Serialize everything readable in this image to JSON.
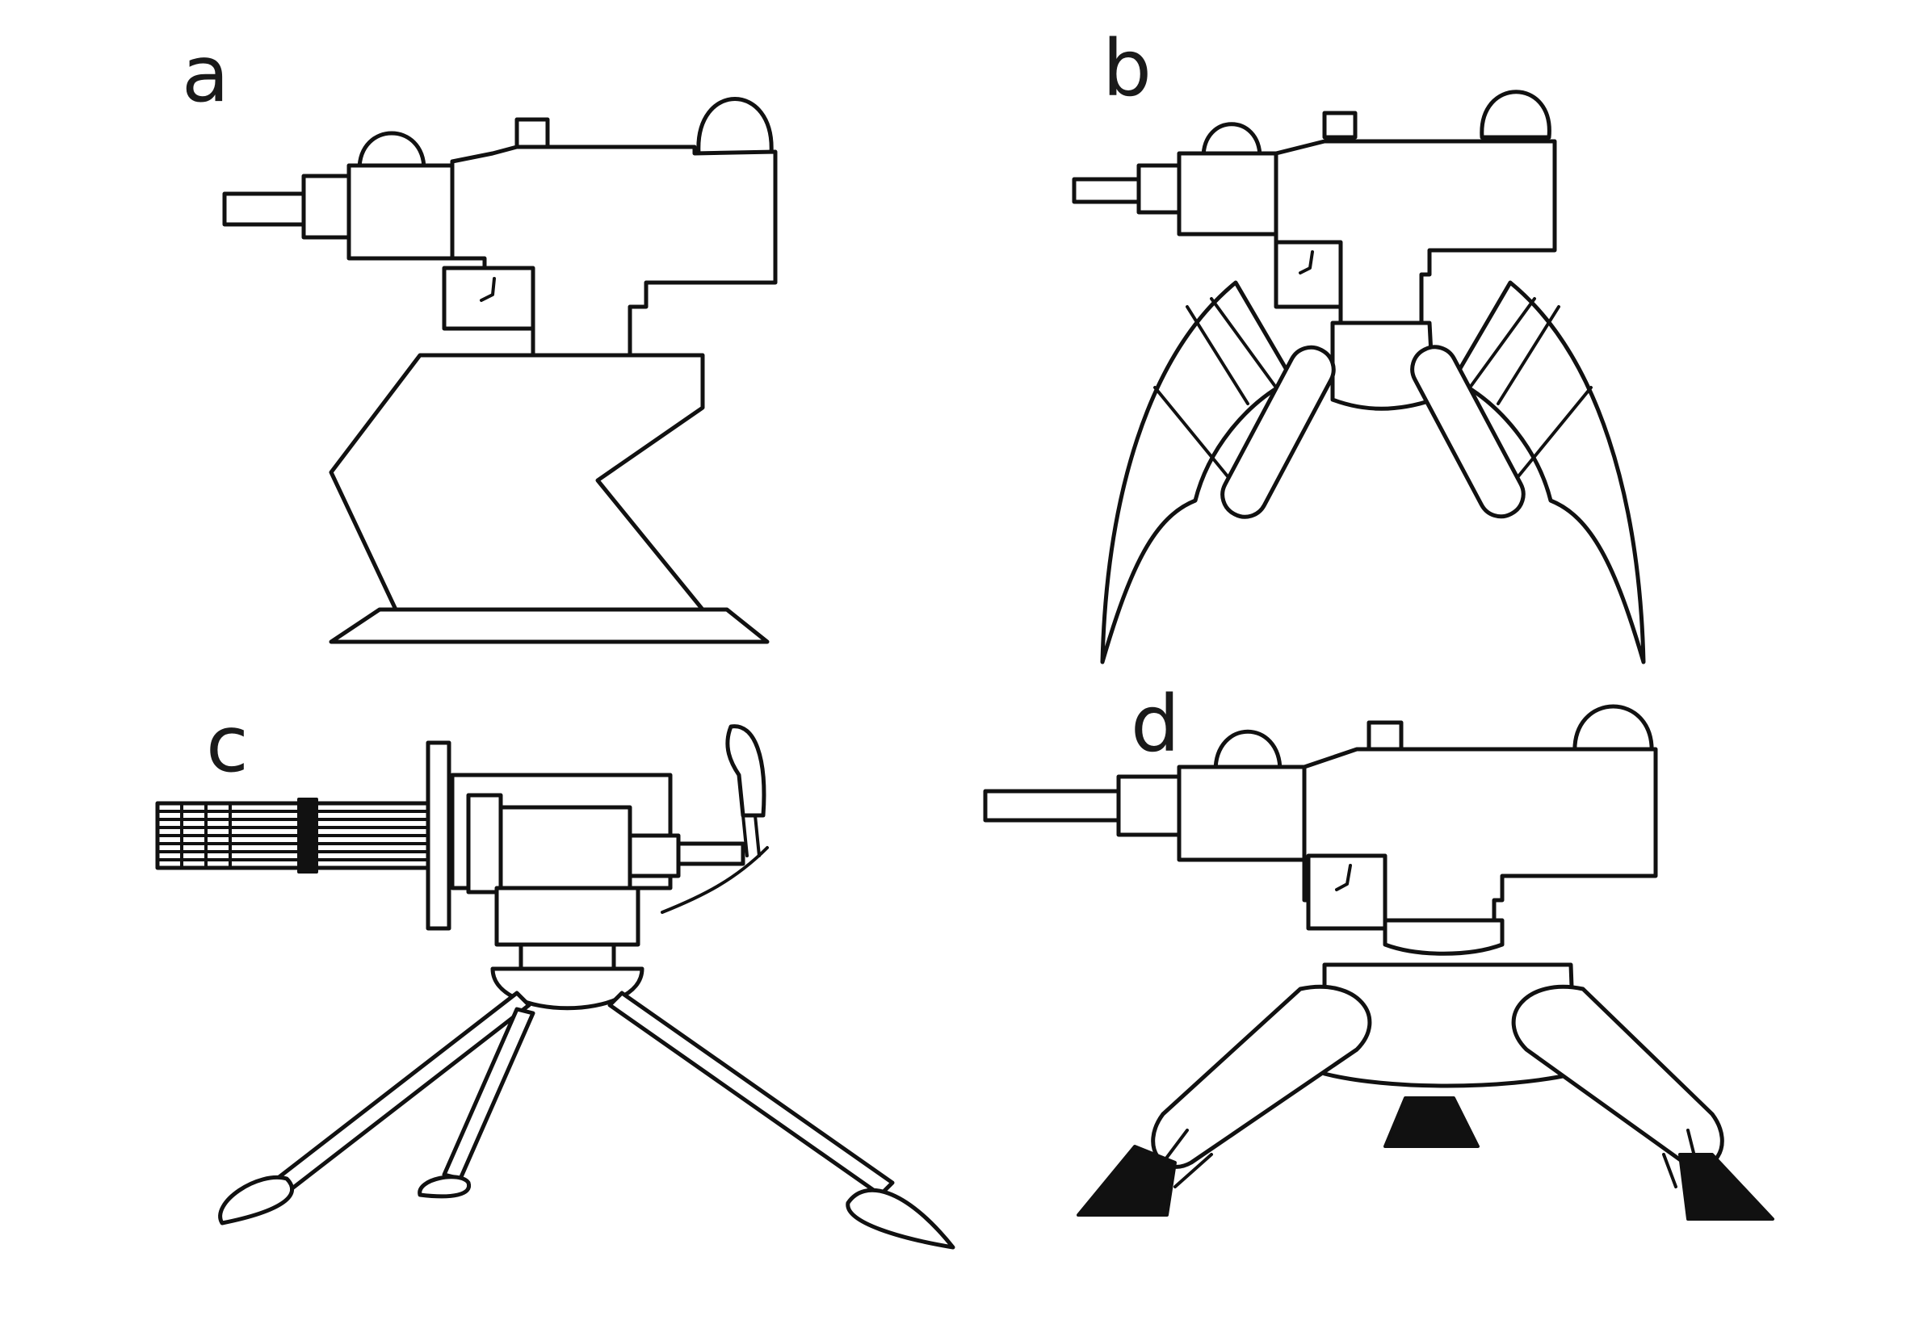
{
  "panels": [
    {
      "id": "a",
      "label": "a"
    },
    {
      "id": "b",
      "label": "b"
    },
    {
      "id": "c",
      "label": "c"
    },
    {
      "id": "d",
      "label": "d"
    }
  ],
  "colors": {
    "background": "#ffffff",
    "ink": "#111111"
  }
}
